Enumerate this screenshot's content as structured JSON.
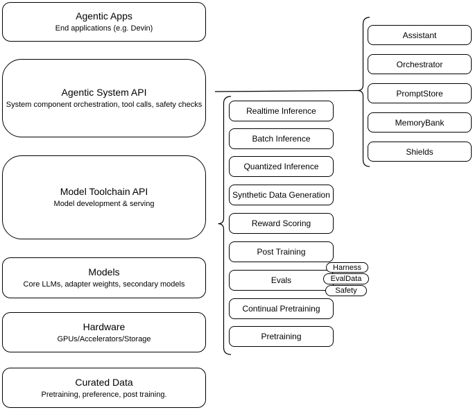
{
  "colors": {
    "background": "#ffffff",
    "stroke": "#000000",
    "shape_fill": "#ffffff",
    "text": "#000000"
  },
  "left_stack": [
    {
      "title": "Agentic Apps",
      "subtitle": "End applications (e.g. Devin)"
    },
    {
      "title": "Agentic System API",
      "subtitle": "System component orchestration, tool calls, safety checks"
    },
    {
      "title": "Model Toolchain API",
      "subtitle": "Model development & serving"
    },
    {
      "title": "Models",
      "subtitle": "Core LLMs, adapter weights, secondary models"
    },
    {
      "title": "Hardware",
      "subtitle": "GPUs/Accelerators/Storage"
    },
    {
      "title": "Curated Data",
      "subtitle": "Pretraining, preference, post training."
    }
  ],
  "toolchain_stack": {
    "items": [
      "Realtime Inference",
      "Batch Inference",
      "Quantized Inference",
      "Synthetic Data Generation",
      "Reward Scoring",
      "Post Training",
      "Evals",
      "Continual Pretraining",
      "Pretraining"
    ]
  },
  "eval_tags": [
    "Harness",
    "EvalData",
    "Safety"
  ],
  "system_stack": {
    "items": [
      "Assistant",
      "Orchestrator",
      "PromptStore",
      "MemoryBank",
      "Shields"
    ]
  }
}
